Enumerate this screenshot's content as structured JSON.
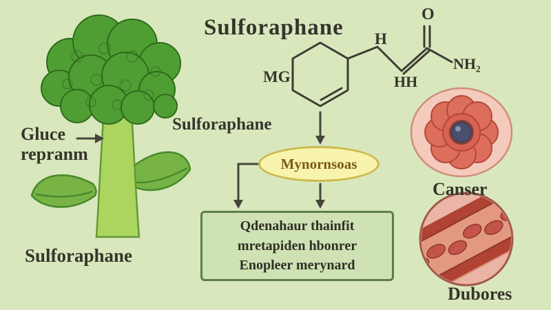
{
  "title": "Sulforaphane",
  "broccoli": {
    "label_line1": "Gluce",
    "label_line2": "repranm",
    "caption": "Sulforaphane"
  },
  "molecule": {
    "mg": "MG",
    "h": "H",
    "hh": "HH",
    "o": "O",
    "nh2": "NH₂"
  },
  "pathway": {
    "source_label": "Sulforaphane",
    "enzyme_oval": "Mynornsoas",
    "effects_box": {
      "line1": "Qdenahaur thainfit",
      "line2": "mretapiden hbonrer",
      "line3": "Enopleer merynard"
    }
  },
  "targets": {
    "cancer_cell_label": "Canser",
    "blood_vessel_label": "Dubores"
  },
  "colors": {
    "background": "#d9e7bd",
    "broccoli_green": "#4f9e33",
    "stalk_green": "#abd55f",
    "oval_fill": "#f8f3ad",
    "box_fill": "#cfe2b4",
    "cell_pink": "#f4cabc",
    "vessel_red": "#b04334",
    "ink": "#3c3c32"
  }
}
